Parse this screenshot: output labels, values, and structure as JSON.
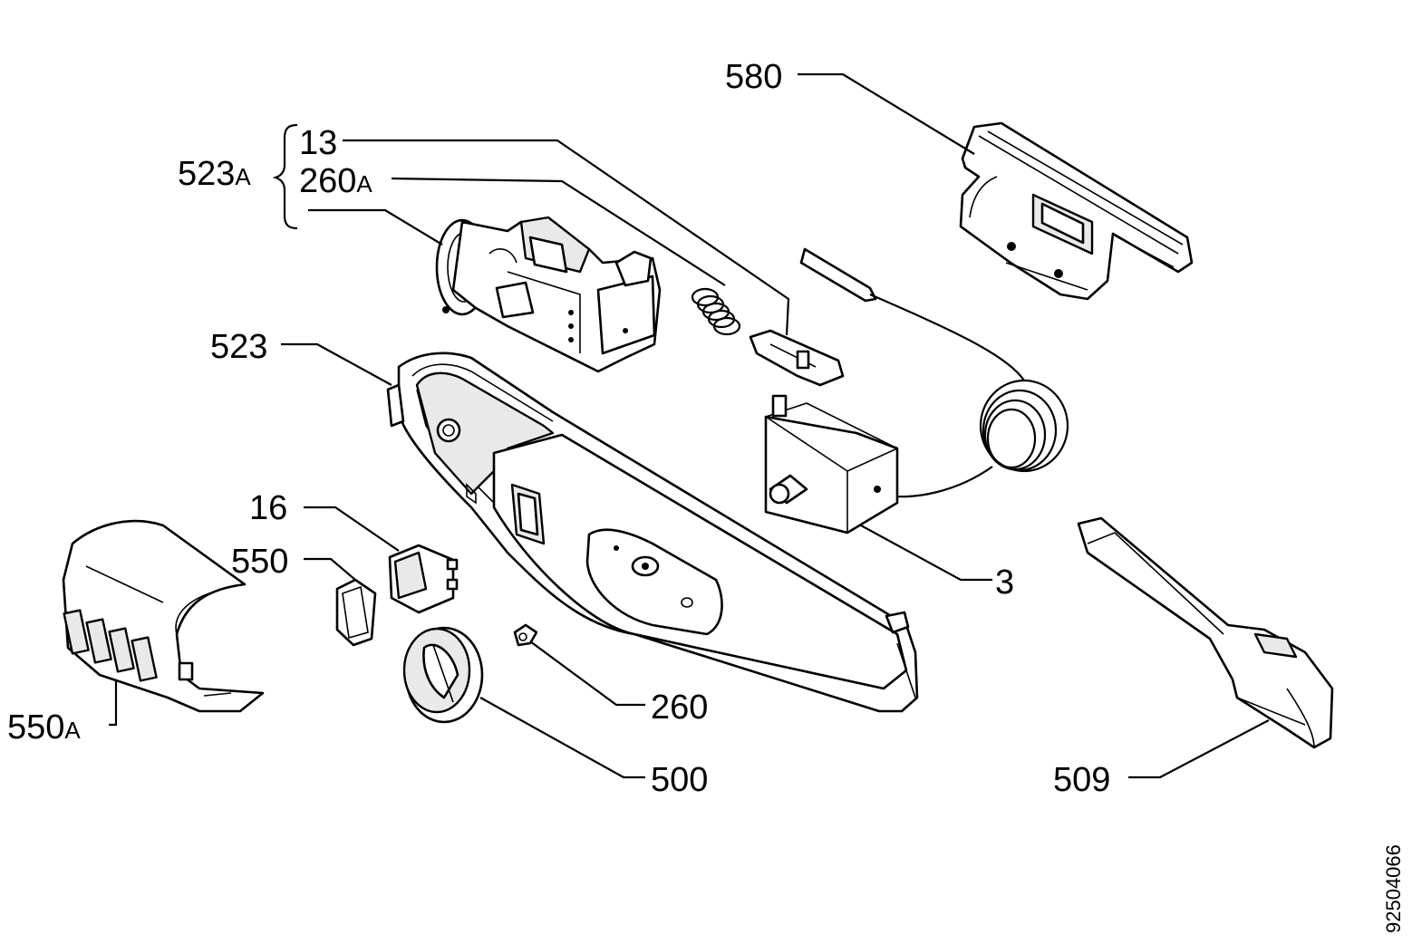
{
  "diagram": {
    "labels": {
      "p580": "580",
      "p13": "13",
      "p523A_prefix": "523",
      "p523A_suffix": "A",
      "p260A_prefix": "260",
      "p260A_suffix": "A",
      "p523": "523",
      "p16": "16",
      "p550": "550",
      "p550A_prefix": "550",
      "p550A_suffix": "A",
      "p3": "3",
      "p260": "260",
      "p500": "500",
      "p509": "509"
    },
    "document_number": "92504066"
  }
}
